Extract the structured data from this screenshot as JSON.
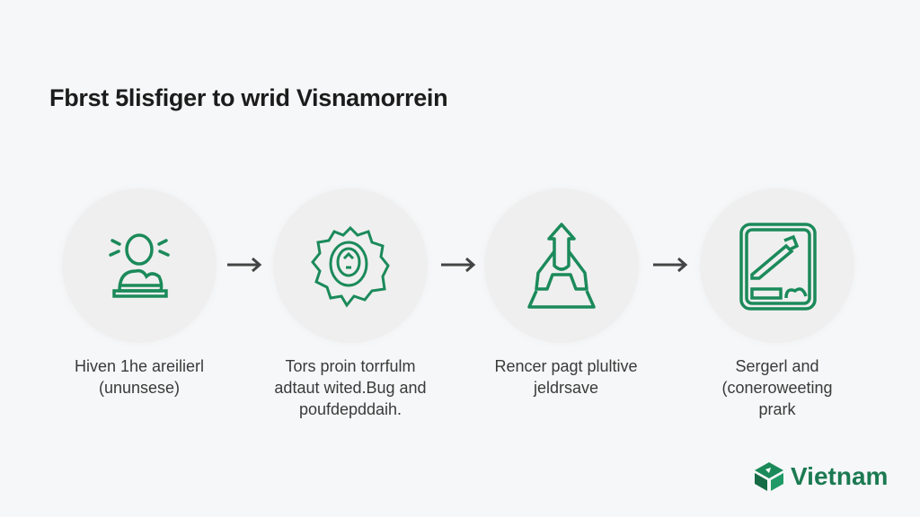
{
  "title": "Fbrst 5lisfiger to wrid Visnamorrein",
  "steps": [
    {
      "icon": "person-icon",
      "label_lines": [
        "Hiven 1he areilierl",
        "(ununsese)"
      ]
    },
    {
      "icon": "badge-icon",
      "label_lines": [
        "Tors proin torrfulm",
        "adtaut wited.Bug and",
        "poufdepddaih."
      ]
    },
    {
      "icon": "rocket-icon",
      "label_lines": [
        "Rencer pagt plultive",
        "jeldrsave"
      ]
    },
    {
      "icon": "document-icon",
      "label_lines": [
        "Sergerl and",
        "(coneroweeting",
        "prark"
      ]
    }
  ],
  "brand": {
    "name": "Vietnam"
  },
  "colors": {
    "accent": "#1b8a5a",
    "arrow": "#444444"
  }
}
